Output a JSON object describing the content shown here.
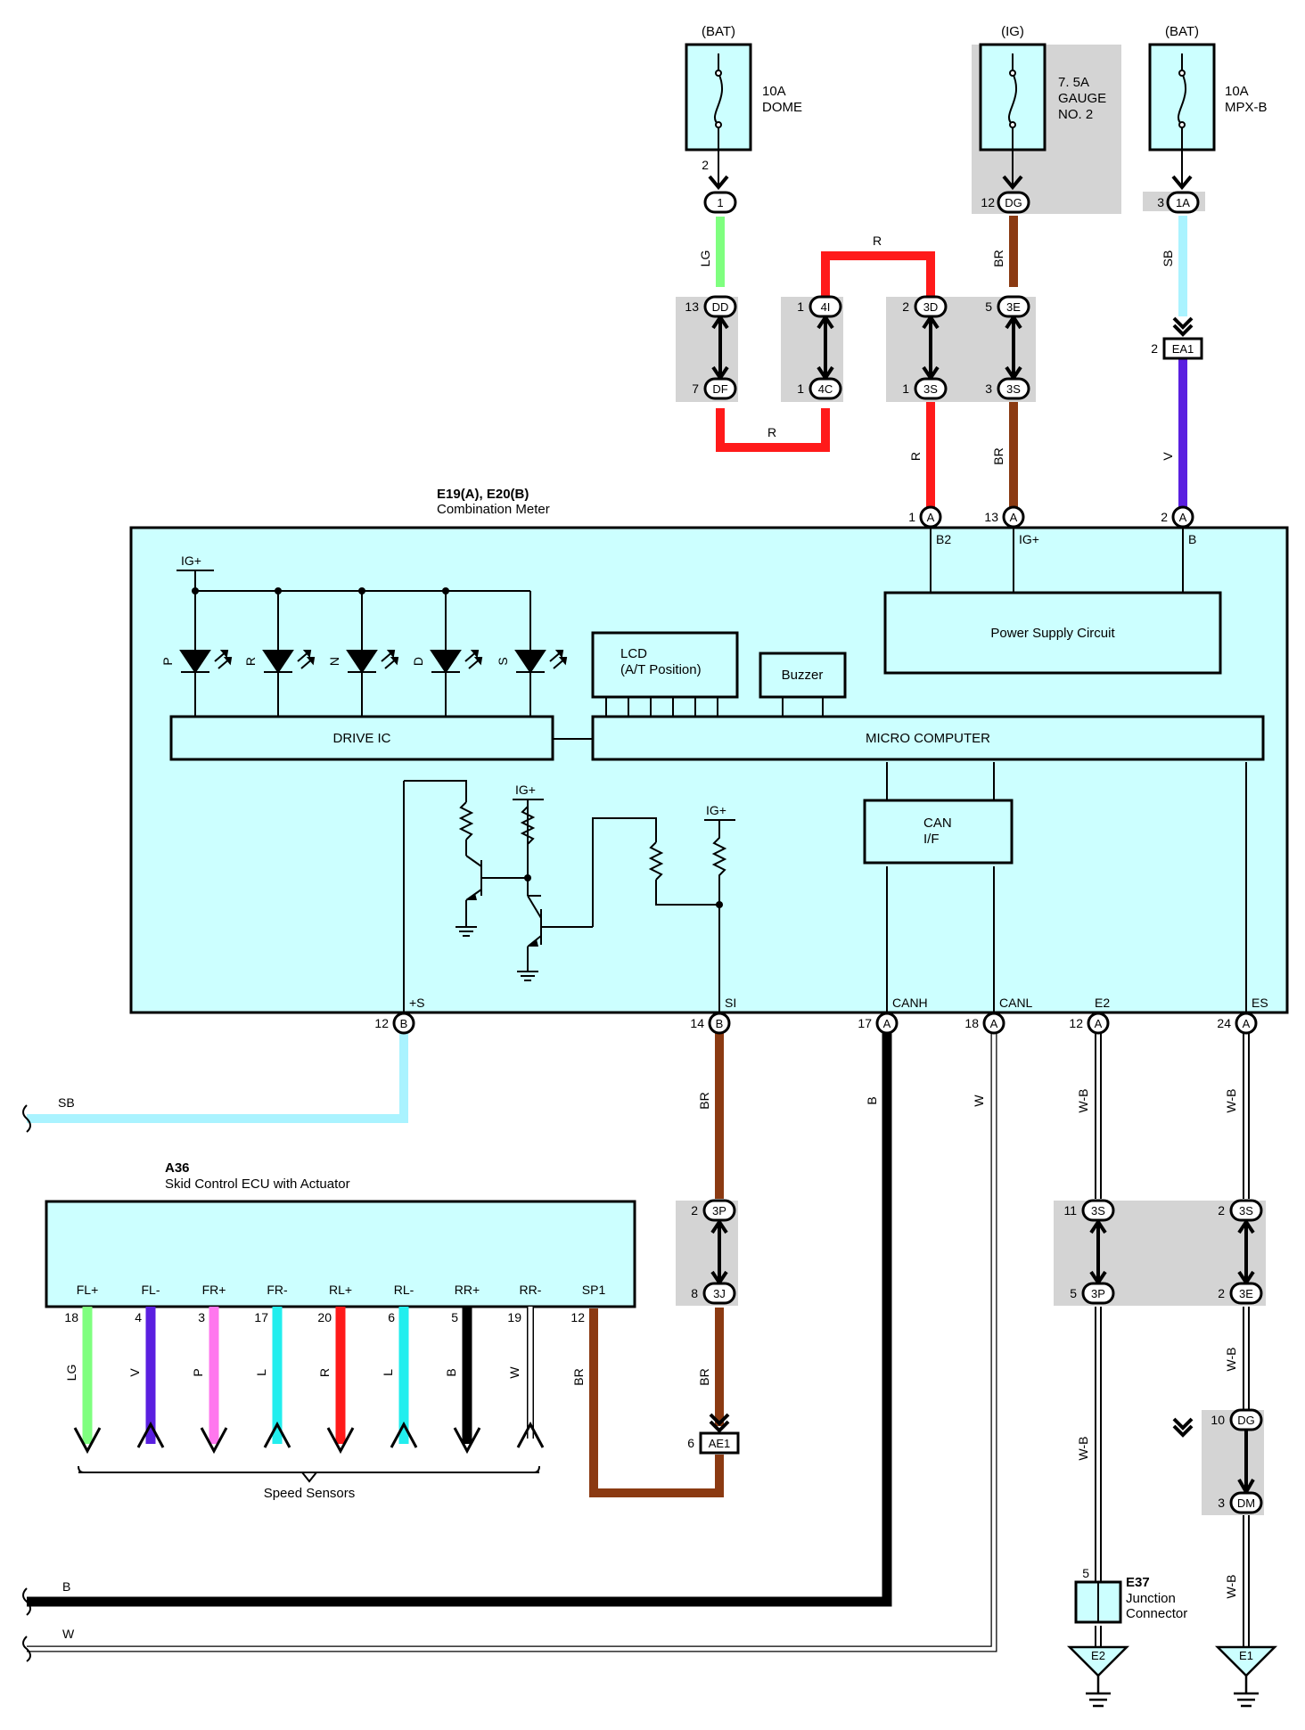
{
  "power_sources": [
    {
      "label": "(BAT)",
      "fuse_amp": "10A",
      "fuse_name": "DOME",
      "pin": "2"
    },
    {
      "label": "(IG)",
      "fuse_amp": "7. 5A",
      "fuse_name": "GAUGE",
      "fuse_name2": "NO. 2",
      "pin": "12"
    },
    {
      "label": "(BAT)",
      "fuse_amp": "10A",
      "fuse_name": "MPX-B",
      "pin": "3"
    }
  ],
  "connectors": {
    "c_1": "1",
    "c_dg": "DG",
    "c_1a": "1A",
    "c_dd": "DD",
    "c_df": "DF",
    "c_4i": "4I",
    "c_4c": "4C",
    "c_3d": "3D",
    "c_3s1": "3S",
    "c_3e": "3E",
    "c_3s2": "3S",
    "c_ea1": "EA1",
    "c_a1": "A",
    "c_a13": "A",
    "c_a2": "A",
    "c_b12": "B",
    "c_b14": "B",
    "c_a17": "A",
    "c_a18": "A",
    "c_a12": "A",
    "c_a24": "A",
    "c_3p": "3P",
    "c_3j": "3J",
    "c_ae1": "AE1",
    "c_3s3": "3S",
    "c_3p2": "3P",
    "c_3s4": "3S",
    "c_3e2": "3E",
    "c_dg2": "DG",
    "c_dm": "DM"
  },
  "pins": {
    "p13dd": "13",
    "p7df": "7",
    "p1_4i": "1",
    "p1_4c": "1",
    "p2_3d": "2",
    "p1_3s": "1",
    "p5_3e": "5",
    "p3_3s": "3",
    "p2_ea1": "2",
    "p1a": "1",
    "p13a": "13",
    "p2a": "2",
    "p12b": "12",
    "p14b": "14",
    "p17a": "17",
    "p18a": "18",
    "p12a": "12",
    "p24a": "24",
    "p2_3p": "2",
    "p8_3j": "8",
    "p6_ae1": "6",
    "p11_3s": "11",
    "p5_3p": "5",
    "p2_3s": "2",
    "p2_3e": "2",
    "p10_dg": "10",
    "p3_dm": "3",
    "p5_e37": "5"
  },
  "wire_colors": {
    "lg": "LG",
    "r_top": "R",
    "r_bottom": "R",
    "br1": "BR",
    "sb1": "SB",
    "r_v": "R",
    "br2": "BR",
    "v": "V",
    "sb2": "SB",
    "br3": "BR",
    "b": "B",
    "w": "W",
    "wb1": "W-B",
    "wb2": "W-B",
    "br4": "BR",
    "br5": "BR",
    "wb3": "W-B",
    "wb4": "W-B",
    "wb5": "W-B",
    "b2": "B",
    "w2": "W"
  },
  "meter": {
    "title": "E19(A), E20(B)",
    "subtitle": "Combination Meter",
    "terminals": {
      "b2": "B2",
      "igp": "IG+",
      "b": "B",
      "s": "+S",
      "si": "SI",
      "canh": "CANH",
      "canl": "CANL",
      "e2": "E2",
      "es": "ES"
    },
    "ig_labels": [
      "IG+",
      "IG+",
      "IG+"
    ],
    "leds": [
      "P",
      "R",
      "N",
      "D",
      "S"
    ],
    "drive_ic": "DRIVE IC",
    "lcd1": "LCD",
    "lcd2": "(A/T Position)",
    "buzzer": "Buzzer",
    "micro": "MICRO COMPUTER",
    "psu": "Power Supply Circuit",
    "can1": "CAN",
    "can2": "I/F"
  },
  "ecu": {
    "title": "A36",
    "subtitle": "Skid Control ECU with Actuator",
    "terminals": [
      {
        "name": "FL+",
        "pin": "18",
        "wire": "LG",
        "color": "#7fff7f",
        "dir": "down"
      },
      {
        "name": "FL-",
        "pin": "4",
        "wire": "V",
        "color": "#5a1fe0",
        "dir": "up"
      },
      {
        "name": "FR+",
        "pin": "3",
        "wire": "P",
        "color": "#ff77ee",
        "dir": "down"
      },
      {
        "name": "FR-",
        "pin": "17",
        "wire": "L",
        "color": "#22eeee",
        "dir": "up"
      },
      {
        "name": "RL+",
        "pin": "20",
        "wire": "R",
        "color": "#ff1a1a",
        "dir": "down"
      },
      {
        "name": "RL-",
        "pin": "6",
        "wire": "L",
        "color": "#22eeee",
        "dir": "up"
      },
      {
        "name": "RR+",
        "pin": "5",
        "wire": "B",
        "color": "#000000",
        "dir": "down"
      },
      {
        "name": "RR-",
        "pin": "19",
        "wire": "W",
        "color": "#ffffff",
        "dir": "up"
      }
    ],
    "sp1": "SP1",
    "sp1_pin": "12",
    "speed_sensors": "Speed Sensors"
  },
  "junction": {
    "title": "E37",
    "line1": "Junction",
    "line2": "Connector"
  },
  "grounds": {
    "e2": "E2",
    "e1": "E1"
  }
}
